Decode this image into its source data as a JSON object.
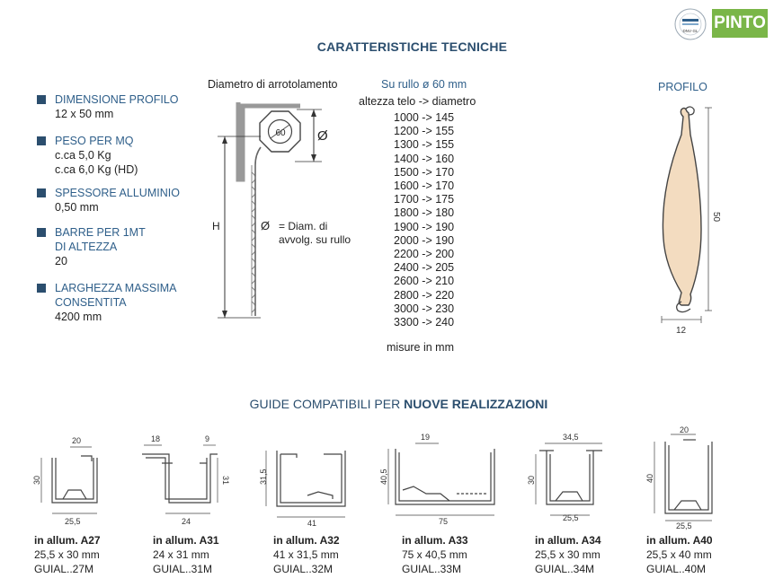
{
  "header": {
    "cert_text": "DNV·GL",
    "brand": "PINTO",
    "title": "CARATTERISTICHE TECNICHE"
  },
  "specs": [
    {
      "label": "DIMENSIONE PROFILO",
      "values": [
        "12 x 50 mm"
      ]
    },
    {
      "label": "PESO PER MQ",
      "values": [
        "c.ca 5,0 Kg",
        "c.ca 6,0 Kg (HD)"
      ]
    },
    {
      "label": "SPESSORE ALLUMINIO",
      "values": [
        "0,50 mm"
      ]
    },
    {
      "label": "BARRE PER 1MT",
      "label2": "DI ALTEZZA",
      "values": [
        "20"
      ]
    },
    {
      "label": "LARGHEZZA MASSIMA",
      "label2": "CONSENTITA",
      "values": [
        "4200 mm"
      ]
    }
  ],
  "roll_diagram": {
    "title": "Diametro di arrotolamento",
    "axle": "60",
    "h_label": "H",
    "diameter_symbol": "Ø",
    "legend_line1": "= Diam. di",
    "legend_line2": "avvolg. su rullo"
  },
  "roll_table": {
    "title": "Su rullo ø 60 mm",
    "header": "altezza telo -> diametro",
    "rows": [
      "1000 -> 145",
      "1200 -> 155",
      "1300 -> 155",
      "1400 -> 160",
      "1500 -> 170",
      "1600 -> 170",
      "1700 -> 175",
      "1800 -> 180",
      "1900 -> 190",
      "2000 -> 190",
      "2200 -> 200",
      "2400 -> 205",
      "2600 -> 210",
      "2800 -> 220",
      "3000 -> 230",
      "3300 -> 240"
    ],
    "footer": "misure in mm"
  },
  "profile": {
    "title": "PROFILO",
    "height_label": "50",
    "width_label": "12",
    "fill_color": "#f3dcc0"
  },
  "guides_title": {
    "prefix": "GUIDE COMPATIBILI PER ",
    "bold": "NUOVE REALIZZAZIONI"
  },
  "guides": [
    {
      "name": "in allum. A27",
      "size": "25,5 x 30 mm",
      "code": "GUIAL..27M",
      "dims": [
        "20",
        "30",
        "25,5"
      ]
    },
    {
      "name": "in allum. A31",
      "size": "24 x 31 mm",
      "code": "GUIAL..31M",
      "dims": [
        "18",
        "9",
        "31",
        "24"
      ]
    },
    {
      "name": "in allum. A32",
      "size": "41 x 31,5 mm",
      "code": "GUIAL..32M",
      "dims": [
        "31,5",
        "41"
      ]
    },
    {
      "name": "in allum. A33",
      "size": "75 x 40,5 mm",
      "code": "GUIAL..33M",
      "dims": [
        "19",
        "40,5",
        "75"
      ]
    },
    {
      "name": "in allum. A34",
      "size": "25,5 x 30 mm",
      "code": "GUIAL..34M",
      "dims": [
        "34,5",
        "30",
        "25,5"
      ]
    },
    {
      "name": "in allum. A40",
      "size": "25,5 x 40 mm",
      "code": "GUIAL..40M",
      "dims": [
        "20",
        "40",
        "25,5"
      ]
    }
  ]
}
